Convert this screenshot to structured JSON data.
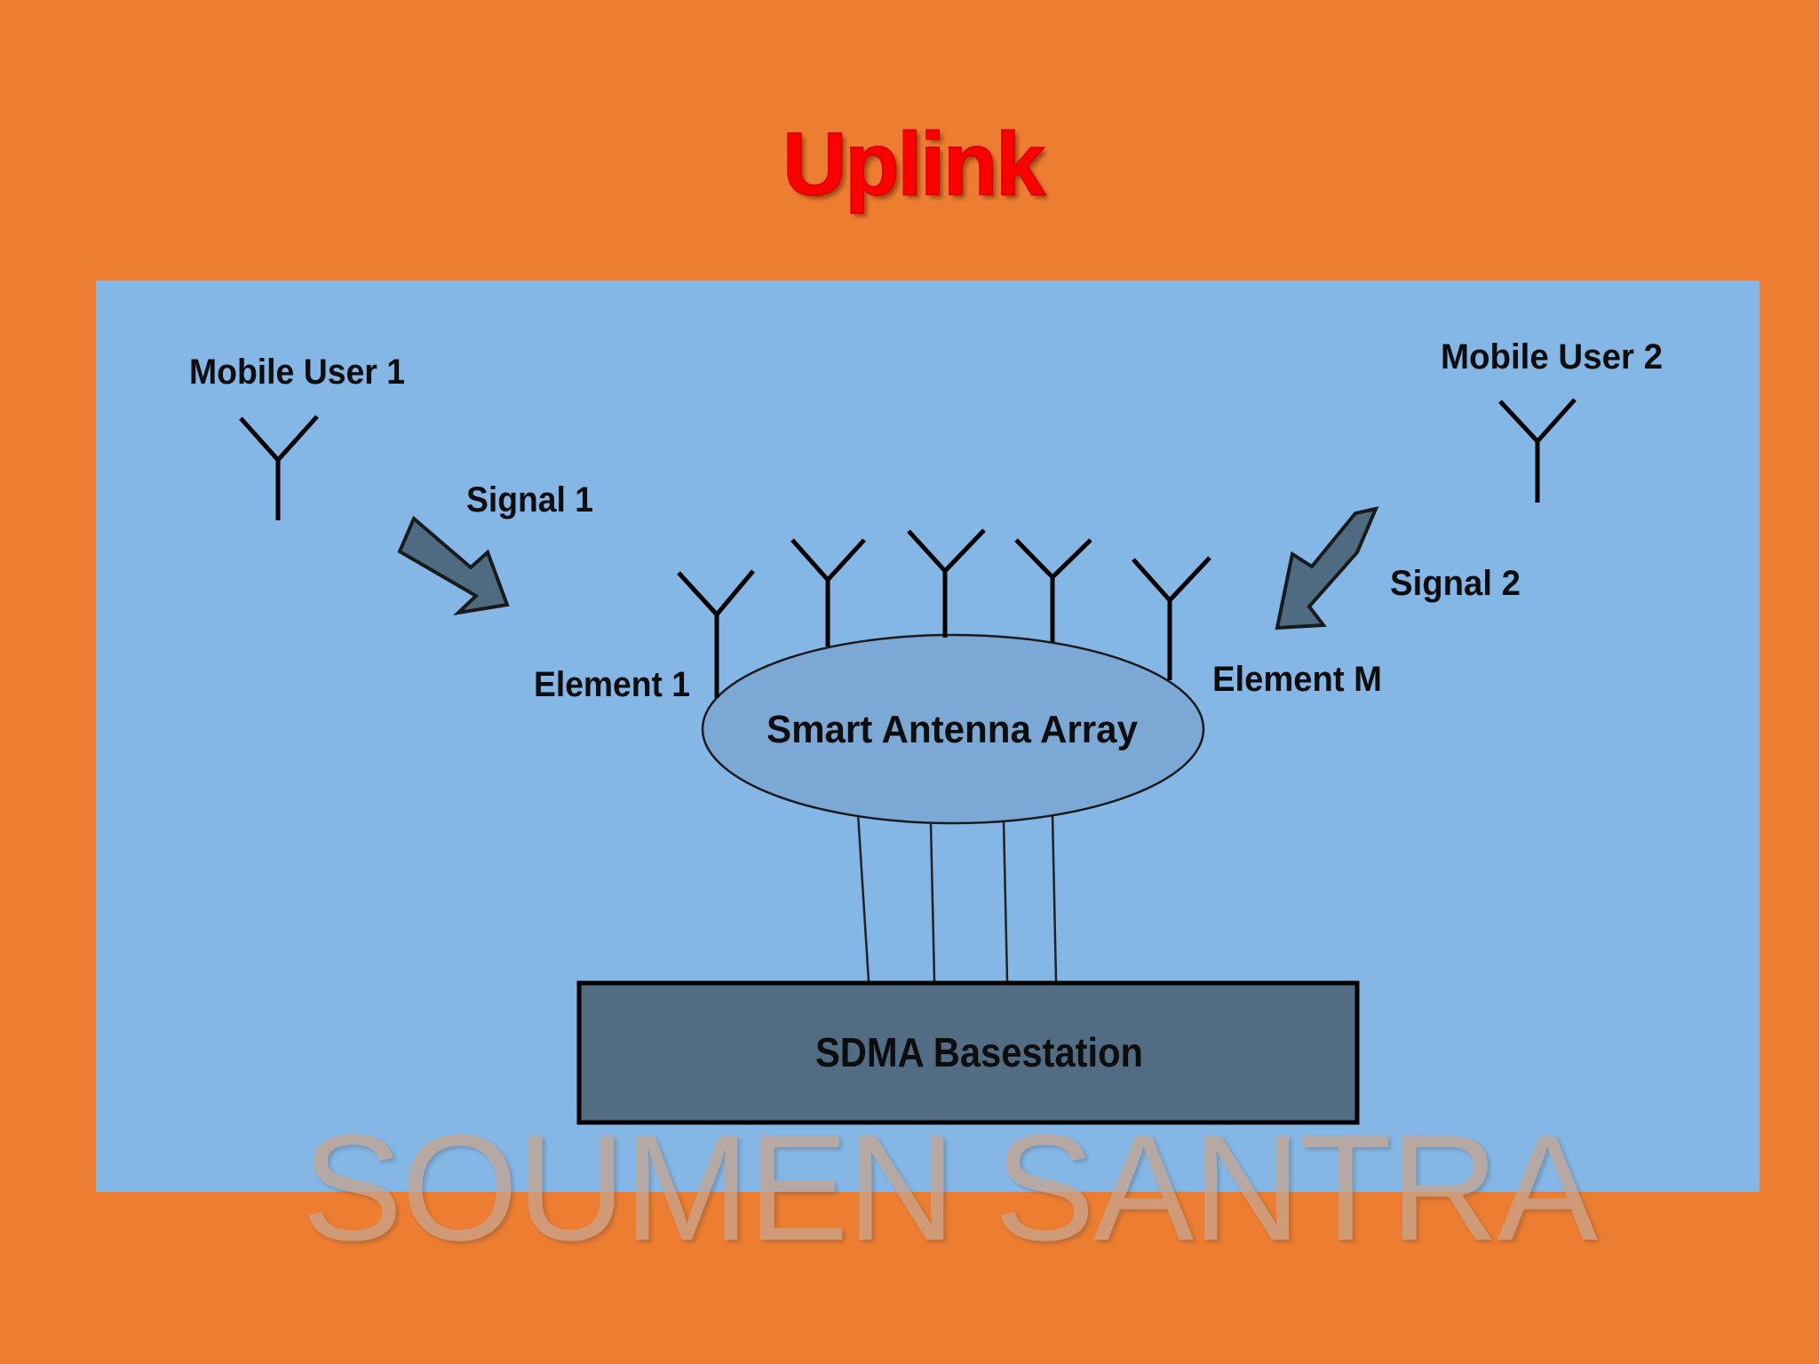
{
  "title": "Uplink",
  "labels": {
    "user1": "Mobile User 1",
    "user2": "Mobile User 2",
    "signal1": "Signal 1",
    "signal2": "Signal 2",
    "element1": "Element 1",
    "elementM": "Element M",
    "array": "Smart Antenna Array",
    "basestation": "SDMA Basestation"
  },
  "watermark": "SOUMEN SANTRA",
  "colors": {
    "background": "#ED7D31",
    "panel": "#84B7E6",
    "title": "#FF0000",
    "ellipse": "#7BA8D4",
    "basestation": "#526C84",
    "arrow": "#4F6B82"
  }
}
